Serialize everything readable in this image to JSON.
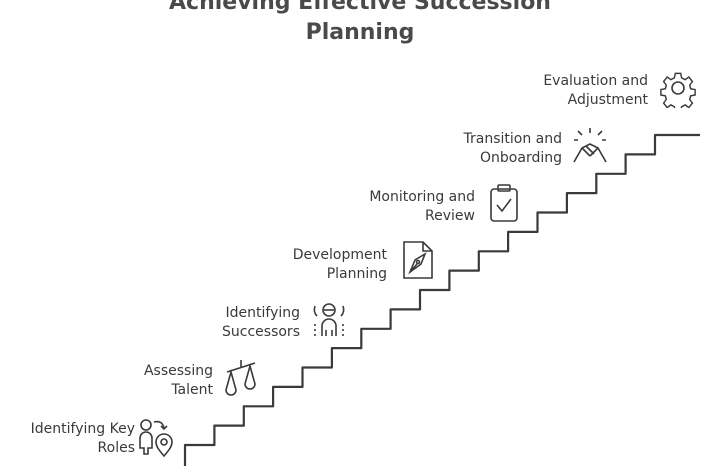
{
  "title": {
    "line1": "Achieving Effective Succession",
    "line2": "Planning"
  },
  "steps": [
    {
      "line1": "Identifying Key",
      "line2": "Roles",
      "icon": "person-location-icon"
    },
    {
      "line1": "Assessing",
      "line2": "Talent",
      "icon": "scales-icon"
    },
    {
      "line1": "Identifying",
      "line2": "Successors",
      "icon": "successor-person-icon"
    },
    {
      "line1": "Development",
      "line2": "Planning",
      "icon": "document-pen-icon"
    },
    {
      "line1": "Monitoring and",
      "line2": "Review",
      "icon": "clipboard-check-icon"
    },
    {
      "line1": "Transition and",
      "line2": "Onboarding",
      "icon": "handshake-icon"
    },
    {
      "line1": "Evaluation and",
      "line2": "Adjustment",
      "icon": "gear-icon"
    }
  ],
  "colors": {
    "stroke": "#3a3a3a"
  }
}
